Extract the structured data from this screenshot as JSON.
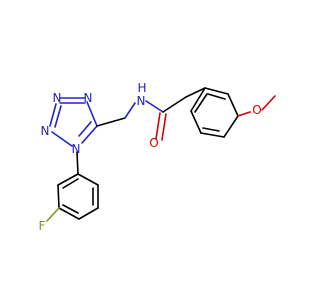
{
  "molecule": {
    "atoms": {
      "n1": "N",
      "n2": "N",
      "n3": "N",
      "n4": "N",
      "n_amide": "N",
      "h_amide": "H",
      "o_carbonyl": "O",
      "o_methoxy": "O",
      "f": "F"
    }
  },
  "colors": {
    "nitrogen": "#2323c8",
    "oxygen": "#d40000",
    "fluorine": "#7a9a1a",
    "carbon_bond": "#000000",
    "background": "#ffffff"
  }
}
